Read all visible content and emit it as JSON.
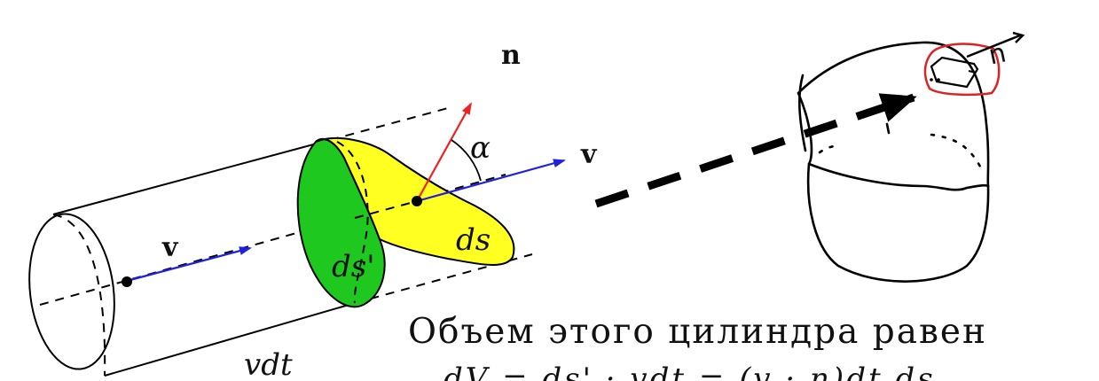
{
  "labels": {
    "normal": "n",
    "velocity_right": "v",
    "velocity_left": "v",
    "angle": "α",
    "area": "ds",
    "projected_area": "ds'",
    "length": "vdt",
    "hand_normal": "n"
  },
  "caption": {
    "line1": "Объем этого цилиндра равен",
    "line2": "dV = ds' · vdt = (v · n)dt ds"
  },
  "colors": {
    "velocity_arrow": "#2020e0",
    "normal_arrow": "#ee2222",
    "area_fill": "#ffff22",
    "projected_fill": "#1ec81e",
    "dashed_arrow": "#000000",
    "highlight": "#dd2222"
  }
}
